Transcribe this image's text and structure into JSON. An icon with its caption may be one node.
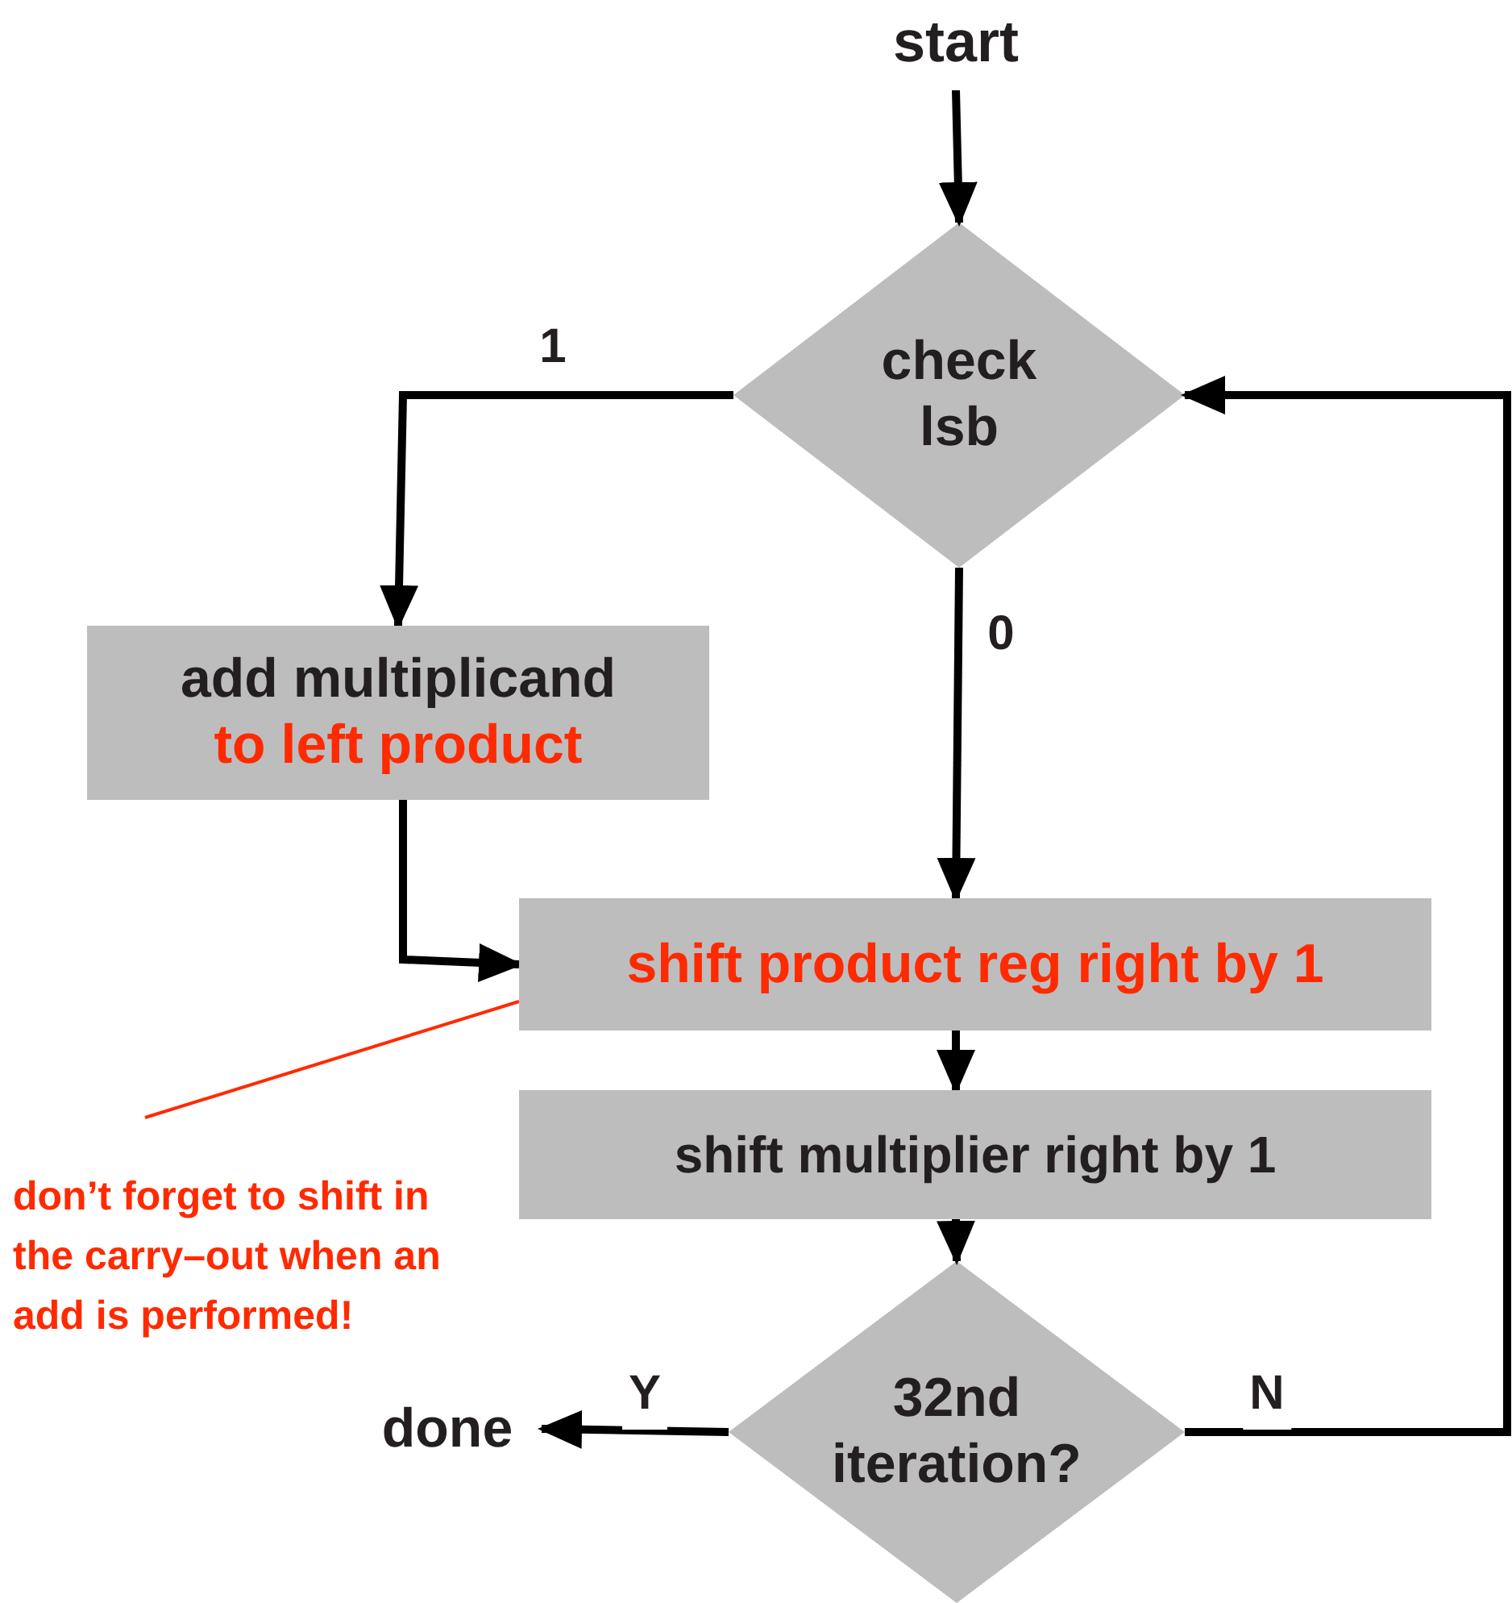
{
  "diagram": {
    "nodes": [
      {
        "text": [
          "start"
        ]
      },
      {
        "text": [
          "check lsb"
        ]
      },
      {
        "text": [
          "add multiplicand",
          "to left product"
        ]
      },
      {
        "text": [
          "shift product reg right by 1"
        ]
      },
      {
        "text": [
          "shift multiplier right by 1"
        ]
      },
      {
        "text": [
          "32nd iteration?"
        ]
      },
      {
        "text": [
          "done"
        ]
      },
      {
        "text": [
          "don’t forget to shift in the carry–out when an add is performed!"
        ]
      }
    ],
    "edges": [
      {
        "from": 0,
        "to": 1,
        "arrow": "to"
      },
      {
        "from": 1,
        "to": 2,
        "arrow": "to",
        "label": "1"
      },
      {
        "from": 1,
        "to": 3,
        "arrow": "to",
        "label": "0"
      },
      {
        "from": 2,
        "to": 3,
        "arrow": "to"
      },
      {
        "from": 3,
        "to": 4,
        "arrow": "to"
      },
      {
        "from": 4,
        "to": 5,
        "arrow": "to"
      },
      {
        "from": 5,
        "to": 6,
        "arrow": "to",
        "label": "Y"
      },
      {
        "from": 5,
        "to": 1,
        "arrow": "to",
        "label": "N"
      },
      {
        "from": 7,
        "to": 3,
        "arrow": "none",
        "color": "#ff2a00"
      }
    ]
  }
}
